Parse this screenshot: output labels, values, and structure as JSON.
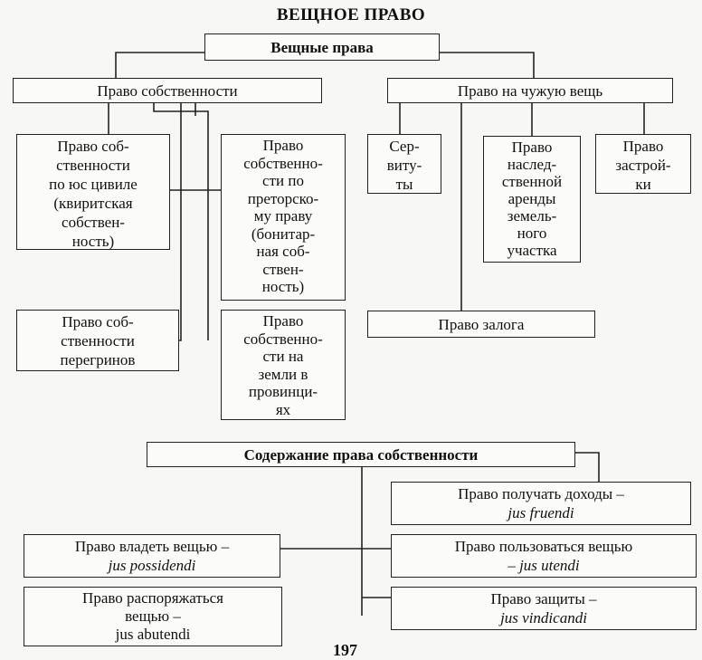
{
  "heading": "ВЕЩНОЕ ПРАВО",
  "top": {
    "label": "Вещные права",
    "ownership": "Право собственности",
    "foreign": "Право на чужую вещь"
  },
  "ownership_types": [
    [
      "Право соб-",
      "ственности",
      "по юс цивиле",
      "(квиритская",
      "собствен-",
      "ность)"
    ],
    [
      "Право",
      "собственно-",
      "сти по",
      "преторско-",
      "му праву",
      "(бонитар-",
      "ная соб-",
      "ствен-",
      "ность)"
    ],
    [
      "Право соб-",
      "ственности",
      "перегринов"
    ],
    [
      "Право",
      "собственно-",
      "сти на",
      "земли в",
      "провинци-",
      "ях"
    ]
  ],
  "foreign_types": [
    [
      "Сер-",
      "виту-",
      "ты"
    ],
    [
      "Право",
      "наслед-",
      "ственной",
      "аренды",
      "земель-",
      "ного",
      "участка"
    ],
    [
      "Право",
      "застрой-",
      "ки"
    ],
    [
      "Право залога"
    ]
  ],
  "content": {
    "title": "Содержание права собственности",
    "items": [
      {
        "text": "Право получать доходы –",
        "latin": "jus fruendi"
      },
      {
        "text": "Право владеть вещью –",
        "latin": "jus possidendi"
      },
      {
        "text": "Право пользоваться вещью",
        "latin": "– jus utendi"
      },
      {
        "text": "Право распоряжаться",
        "text2": "вещью –",
        "latin": "jus abutendi"
      },
      {
        "text": "Право защиты –",
        "latin": "jus vindicandi"
      }
    ]
  },
  "page_number": "197"
}
